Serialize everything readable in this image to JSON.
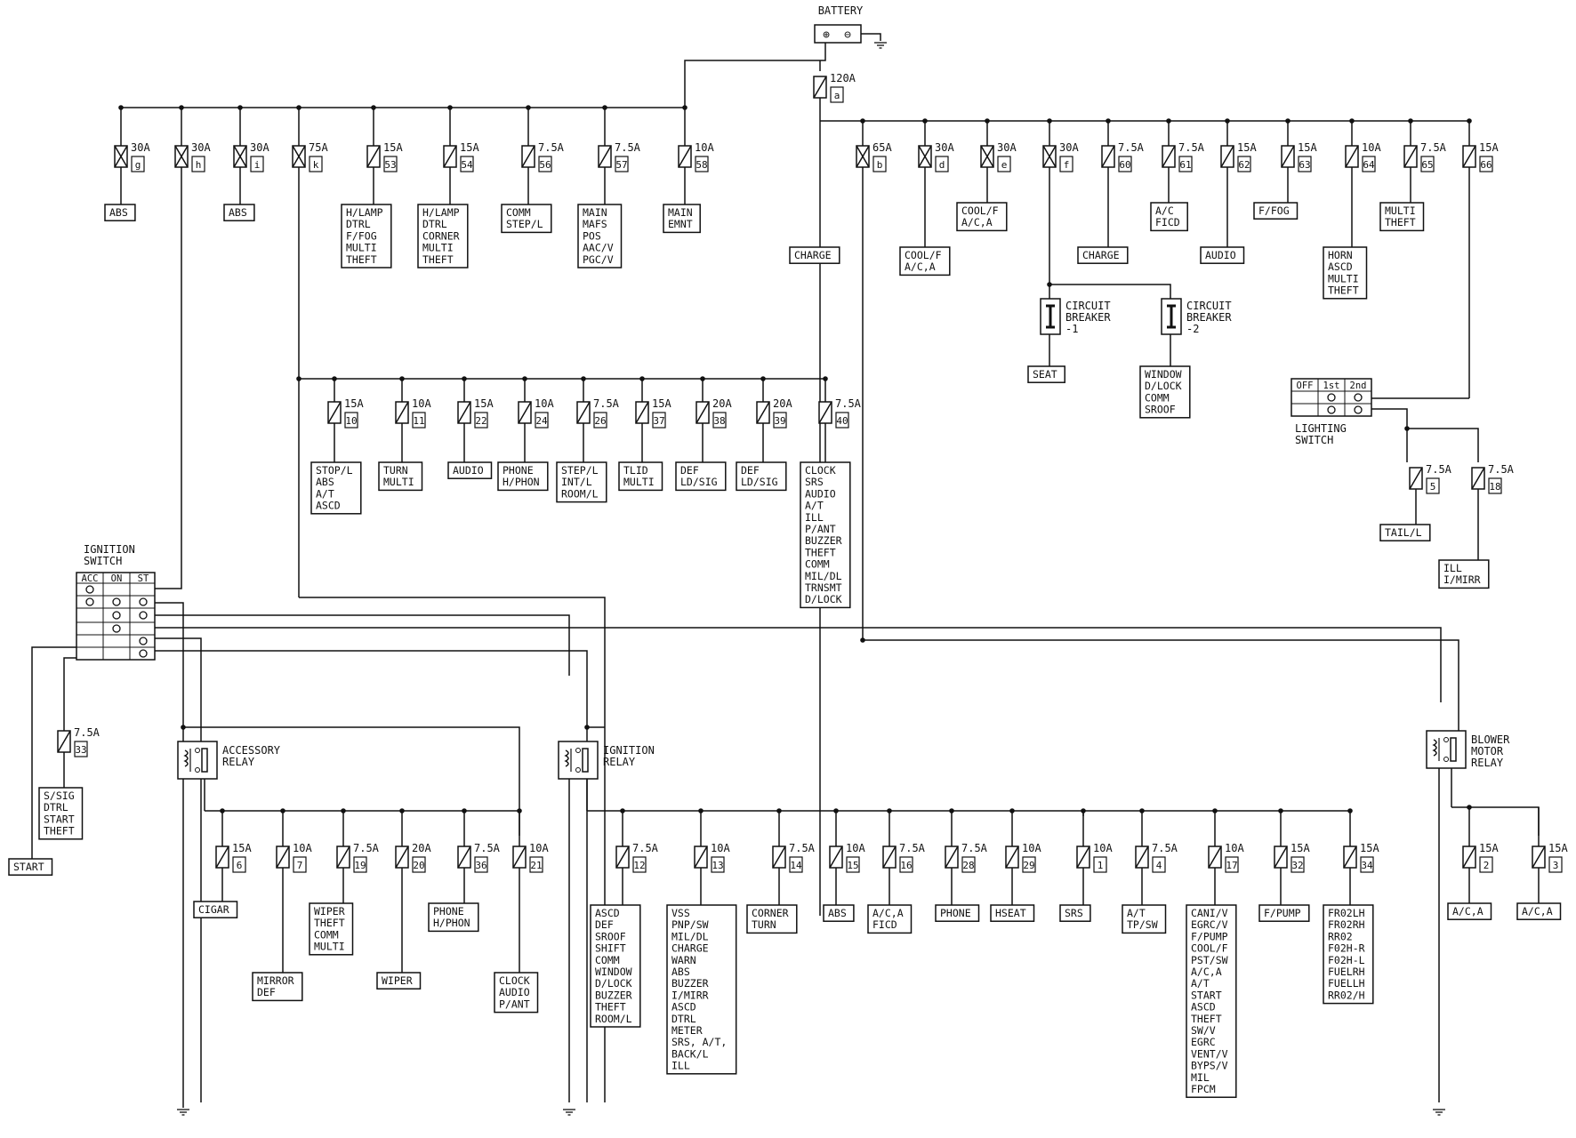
{
  "battery": {
    "label": "BATTERY",
    "plus": "⊕",
    "minus": "⊖"
  },
  "main_fuse": {
    "rating": "120A",
    "id": "a"
  },
  "top_left_fuses": [
    {
      "rating": "30A",
      "id": "g",
      "kind": "fl",
      "loads": [
        "ABS"
      ]
    },
    {
      "rating": "30A",
      "id": "h",
      "kind": "fl",
      "loads": []
    },
    {
      "rating": "30A",
      "id": "i",
      "kind": "fl",
      "loads": [
        "ABS"
      ]
    },
    {
      "rating": "75A",
      "id": "k",
      "kind": "fl",
      "loads": []
    },
    {
      "rating": "15A",
      "id": "53",
      "kind": "f",
      "loads": [
        "H/LAMP",
        "DTRL",
        "F/FOG",
        "MULTI",
        "THEFT"
      ]
    },
    {
      "rating": "15A",
      "id": "54",
      "kind": "f",
      "loads": [
        "H/LAMP",
        "DTRL",
        "CORNER",
        "MULTI",
        "THEFT"
      ]
    },
    {
      "rating": "7.5A",
      "id": "56",
      "kind": "f",
      "loads": [
        "COMM",
        "STEP/L"
      ]
    },
    {
      "rating": "7.5A",
      "id": "57",
      "kind": "f",
      "loads": [
        "MAIN",
        "MAFS",
        "POS",
        "AAC/V",
        "PGC/V"
      ]
    },
    {
      "rating": "10A",
      "id": "58",
      "kind": "f",
      "loads": [
        "MAIN",
        "EMNT"
      ]
    }
  ],
  "top_right_fuses": [
    {
      "rating": "65A",
      "id": "b",
      "kind": "fl",
      "loads": []
    },
    {
      "rating": "30A",
      "id": "d",
      "kind": "fl",
      "loads": [
        "COOL/F",
        "A/C,A"
      ]
    },
    {
      "rating": "30A",
      "id": "e",
      "kind": "fl",
      "loads": [
        "COOL/F",
        "A/C,A"
      ]
    },
    {
      "rating": "30A",
      "id": "f",
      "kind": "fl",
      "loads": []
    },
    {
      "rating": "7.5A",
      "id": "60",
      "kind": "f",
      "loads": [
        "CHARGE"
      ]
    },
    {
      "rating": "7.5A",
      "id": "61",
      "kind": "f",
      "loads": [
        "A/C",
        "FICD"
      ]
    },
    {
      "rating": "15A",
      "id": "62",
      "kind": "f",
      "loads": [
        "AUDIO"
      ]
    },
    {
      "rating": "15A",
      "id": "63",
      "kind": "f",
      "loads": [
        "F/FOG"
      ]
    },
    {
      "rating": "10A",
      "id": "64",
      "kind": "f",
      "loads": [
        "HORN",
        "ASCD",
        "MULTI",
        "THEFT"
      ]
    },
    {
      "rating": "7.5A",
      "id": "65",
      "kind": "f",
      "loads": [
        "MULTI",
        "THEFT"
      ]
    },
    {
      "rating": "15A",
      "id": "66",
      "kind": "f",
      "loads": []
    }
  ],
  "charge_box": [
    "CHARGE"
  ],
  "circuit_breakers": [
    {
      "label": [
        "CIRCUIT",
        "BREAKER",
        "-1"
      ],
      "loads": [
        "SEAT"
      ]
    },
    {
      "label": [
        "CIRCUIT",
        "BREAKER",
        "-2"
      ],
      "loads": [
        "WINDOW",
        "D/LOCK",
        "COMM",
        "SROOF"
      ]
    }
  ],
  "lighting_switch": {
    "label": [
      "LIGHTING",
      "SWITCH"
    ],
    "positions": [
      "OFF",
      "1st",
      "2nd"
    ]
  },
  "lighting_fuses": [
    {
      "rating": "7.5A",
      "id": "5",
      "kind": "f",
      "loads": [
        "TAIL/L"
      ]
    },
    {
      "rating": "7.5A",
      "id": "18",
      "kind": "f",
      "loads": [
        "ILL",
        "I/MIRR"
      ]
    }
  ],
  "mid_fuses": [
    {
      "rating": "15A",
      "id": "10",
      "kind": "f",
      "loads": [
        "STOP/L",
        "ABS",
        "A/T",
        "ASCD"
      ]
    },
    {
      "rating": "10A",
      "id": "11",
      "kind": "f",
      "loads": [
        "TURN",
        "MULTI"
      ]
    },
    {
      "rating": "15A",
      "id": "22",
      "kind": "f",
      "loads": [
        "AUDIO"
      ]
    },
    {
      "rating": "10A",
      "id": "24",
      "kind": "f",
      "loads": [
        "PHONE",
        "H/PHON"
      ]
    },
    {
      "rating": "7.5A",
      "id": "26",
      "kind": "f",
      "loads": [
        "STEP/L",
        "INT/L",
        "ROOM/L"
      ]
    },
    {
      "rating": "15A",
      "id": "37",
      "kind": "f",
      "loads": [
        "TLID",
        "MULTI"
      ]
    },
    {
      "rating": "20A",
      "id": "38",
      "kind": "f",
      "loads": [
        "DEF",
        "LD/SIG"
      ]
    },
    {
      "rating": "20A",
      "id": "39",
      "kind": "f",
      "loads": [
        "DEF",
        "LD/SIG"
      ]
    },
    {
      "rating": "7.5A",
      "id": "40",
      "kind": "f",
      "loads": [
        "CLOCK",
        "SRS",
        "AUDIO",
        "A/T",
        "ILL",
        "P/ANT",
        "BUZZER",
        "THEFT",
        "COMM",
        "MIL/DL",
        "TRNSMT",
        "D/LOCK"
      ]
    }
  ],
  "ignition_switch": {
    "label": [
      "IGNITION",
      "SWITCH"
    ],
    "positions": [
      "ACC",
      "ON",
      "ST"
    ]
  },
  "start_fuse": {
    "rating": "7.5A",
    "id": "33",
    "kind": "f",
    "loads": [
      "S/SIG",
      "DTRL",
      "START",
      "THEFT"
    ]
  },
  "start_box": [
    "START"
  ],
  "accessory_relay": {
    "label": [
      "ACCESSORY",
      "RELAY"
    ]
  },
  "ignition_relay": {
    "label": [
      "IGNITION",
      "RELAY"
    ]
  },
  "blower_relay": {
    "label": [
      "BLOWER",
      "MOTOR",
      "RELAY"
    ]
  },
  "acc_fuses": [
    {
      "rating": "15A",
      "id": "6",
      "kind": "f",
      "loads": [
        "CIGAR"
      ]
    },
    {
      "rating": "10A",
      "id": "7",
      "kind": "f",
      "loads": [
        "MIRROR",
        "DEF"
      ]
    },
    {
      "rating": "7.5A",
      "id": "19",
      "kind": "f",
      "loads": [
        "WIPER",
        "THEFT",
        "COMM",
        "MULTI"
      ]
    },
    {
      "rating": "20A",
      "id": "20",
      "kind": "f",
      "loads": [
        "WIPER"
      ]
    },
    {
      "rating": "7.5A",
      "id": "36",
      "kind": "f",
      "loads": [
        "PHONE",
        "H/PHON"
      ]
    },
    {
      "rating": "10A",
      "id": "21",
      "kind": "f",
      "loads": [
        "CLOCK",
        "AUDIO",
        "P/ANT"
      ]
    }
  ],
  "ign_fuses": [
    {
      "rating": "7.5A",
      "id": "12",
      "kind": "f",
      "loads": [
        "ASCD",
        "DEF",
        "SROOF",
        "SHIFT",
        "COMM",
        "WINDOW",
        "D/LOCK",
        "BUZZER",
        "THEFT",
        "ROOM/L"
      ]
    },
    {
      "rating": "10A",
      "id": "13",
      "kind": "f",
      "loads": [
        "VSS",
        "PNP/SW",
        "MIL/DL",
        "CHARGE",
        "WARN",
        "ABS",
        "BUZZER",
        "I/MIRR",
        "ASCD",
        "DTRL",
        "METER",
        "SRS, A/T,",
        "BACK/L",
        "ILL"
      ]
    },
    {
      "rating": "7.5A",
      "id": "14",
      "kind": "f",
      "loads": [
        "CORNER",
        "TURN"
      ]
    },
    {
      "rating": "10A",
      "id": "15",
      "kind": "f",
      "loads": [
        "ABS"
      ]
    },
    {
      "rating": "7.5A",
      "id": "16",
      "kind": "f",
      "loads": [
        "A/C,A",
        "FICD"
      ]
    },
    {
      "rating": "7.5A",
      "id": "28",
      "kind": "f",
      "loads": [
        "PHONE"
      ]
    },
    {
      "rating": "10A",
      "id": "29",
      "kind": "f",
      "loads": [
        "HSEAT"
      ]
    },
    {
      "rating": "10A",
      "id": "1",
      "kind": "f",
      "loads": [
        "SRS"
      ]
    },
    {
      "rating": "7.5A",
      "id": "4",
      "kind": "f",
      "loads": [
        "A/T",
        "TP/SW"
      ]
    },
    {
      "rating": "10A",
      "id": "17",
      "kind": "f",
      "loads": [
        "CANI/V",
        "EGRC/V",
        "F/PUMP",
        "COOL/F",
        "PST/SW",
        "A/C,A",
        "A/T",
        "START",
        "ASCD",
        "THEFT",
        "SW/V",
        "EGRC",
        "VENT/V",
        "BYPS/V",
        "MIL",
        "FPCM"
      ]
    },
    {
      "rating": "15A",
      "id": "32",
      "kind": "f",
      "loads": [
        "F/PUMP"
      ]
    },
    {
      "rating": "15A",
      "id": "34",
      "kind": "f",
      "loads": [
        "FR02LH",
        "FR02RH",
        "RR02",
        "F02H-R",
        "F02H-L",
        "FUELRH",
        "FUELLH",
        "RR02/H"
      ]
    }
  ],
  "blower_fuses": [
    {
      "rating": "15A",
      "id": "2",
      "kind": "f",
      "loads": [
        "A/C,A"
      ]
    },
    {
      "rating": "15A",
      "id": "3",
      "kind": "f",
      "loads": [
        "A/C,A"
      ]
    }
  ]
}
